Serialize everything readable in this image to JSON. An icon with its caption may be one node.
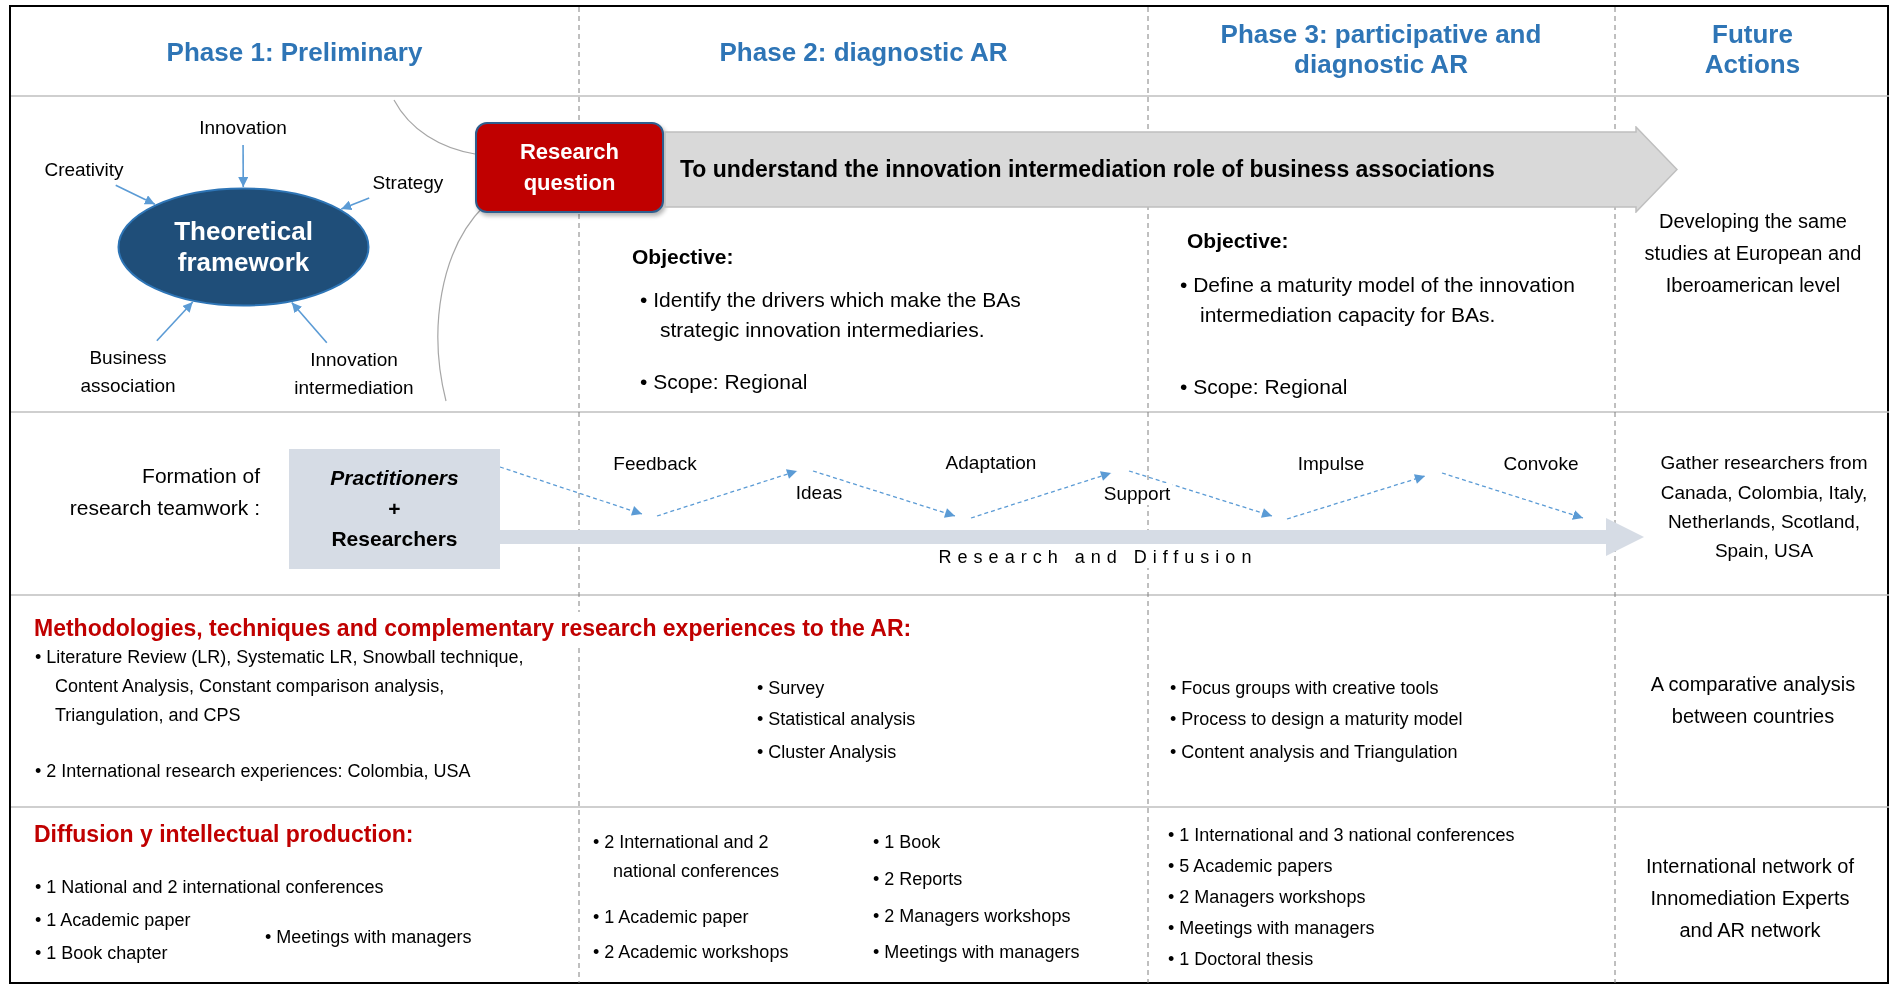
{
  "diagram": {
    "nodes": [
      {
        "text": [
          "Theoretical framework"
        ]
      },
      {
        "text": [
          "Innovation"
        ]
      },
      {
        "text": [
          "Creativity"
        ]
      },
      {
        "text": [
          "Strategy"
        ]
      },
      {
        "text": [
          "Business association"
        ]
      },
      {
        "text": [
          "Innovation intermediation"
        ]
      },
      {
        "text": [
          "Research question"
        ]
      },
      {
        "text": [
          "To understand the innovation intermediation role of business associations"
        ]
      },
      {
        "text": [
          "Practitioners",
          "+",
          "Researchers"
        ]
      },
      {
        "text": [
          "Gather researchers from Canada, Colombia, Italy, Netherlands, Scotland, Spain, USA"
        ]
      }
    ],
    "edges": [
      {
        "from": 1,
        "to": 0,
        "arrow": "to"
      },
      {
        "from": 2,
        "to": 0,
        "arrow": "to"
      },
      {
        "from": 3,
        "to": 0,
        "arrow": "to"
      },
      {
        "from": 4,
        "to": 0,
        "arrow": "to"
      },
      {
        "from": 5,
        "to": 0,
        "arrow": "to"
      },
      {
        "from": 8,
        "to": 9,
        "arrow": "to",
        "label": "Research and Diffusion",
        "style": "thick",
        "color": "#d6dce5"
      },
      {
        "from": 8,
        "to": null,
        "arrow": "to",
        "style": "dashed"
      }
    ],
    "labels": [
      "Phase 1: Preliminary",
      "Phase 2: diagnostic AR",
      "Phase 3: participative and diagnostic AR",
      "Future Actions",
      "Objective:",
      "• Identify the drivers which make the BAs strategic innovation intermediaries.",
      "• Scope: Regional",
      "Objective:",
      "• Define a maturity model of the innovation intermediation capacity for BAs.",
      "• Scope: Regional",
      "Developing the same studies at European and Iberoamerican level",
      "Formation of research teamwork :",
      "Feedback",
      "Ideas",
      "Adaptation",
      "Support",
      "Impulse",
      "Convoke",
      "Methodologies, techniques and complementary research experiences to the AR:",
      "• Literature Review (LR), Systematic LR, Snowball technique, Content Analysis, Constant comparison analysis, Triangulation, and CPS",
      "• 2 International research experiences: Colombia, USA",
      "• Survey",
      "• Statistical analysis",
      "• Cluster Analysis",
      "• Focus groups with creative tools",
      "• Process to design a maturity model",
      "• Content analysis and Triangulation",
      "A comparative analysis between countries",
      "Diffusion y intellectual production:",
      "• 1 National and 2 international conferences",
      "• 1 Academic paper",
      "• 1 Book chapter",
      "• Meetings with managers",
      "• 2 International and 2 national conferences",
      "• 1 Academic paper",
      "• 2 Academic workshops",
      "• 1 Book",
      "• 2 Reports",
      "• 2 Managers workshops",
      "• Meetings with managers",
      "• 1 International and 3 national conferences",
      "• 5 Academic papers",
      "• 2 Managers workshops",
      "• Meetings with managers",
      "• 1 Doctoral thesis",
      "International network of Innomediation Experts and AR network"
    ]
  }
}
